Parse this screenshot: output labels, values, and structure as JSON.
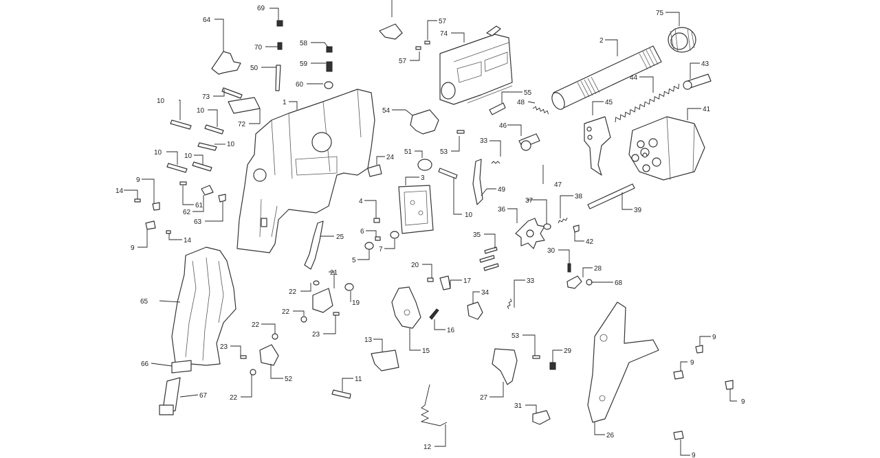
{
  "diagram": {
    "labels": [
      {
        "id": "l69",
        "text": "69"
      },
      {
        "id": "l64",
        "text": "64"
      },
      {
        "id": "l70",
        "text": "70"
      },
      {
        "id": "l50",
        "text": "50"
      },
      {
        "id": "l73",
        "text": "73"
      },
      {
        "id": "l72",
        "text": "72"
      },
      {
        "id": "l1",
        "text": "1"
      },
      {
        "id": "l58",
        "text": "58"
      },
      {
        "id": "l59",
        "text": "59"
      },
      {
        "id": "l60",
        "text": "60"
      },
      {
        "id": "l57a",
        "text": "57"
      },
      {
        "id": "l57b",
        "text": "57"
      },
      {
        "id": "l74",
        "text": "74"
      },
      {
        "id": "l75",
        "text": "75"
      },
      {
        "id": "l2",
        "text": "2"
      },
      {
        "id": "l43",
        "text": "43"
      },
      {
        "id": "l44",
        "text": "44"
      },
      {
        "id": "l55",
        "text": "55"
      },
      {
        "id": "l48",
        "text": "48"
      },
      {
        "id": "l45",
        "text": "45"
      },
      {
        "id": "l41",
        "text": "41"
      },
      {
        "id": "l54",
        "text": "54"
      },
      {
        "id": "l46",
        "text": "46"
      },
      {
        "id": "l53a",
        "text": "53"
      },
      {
        "id": "l33a",
        "text": "33"
      },
      {
        "id": "l51",
        "text": "51"
      },
      {
        "id": "l24",
        "text": "24"
      },
      {
        "id": "l3",
        "text": "3"
      },
      {
        "id": "l47",
        "text": "47"
      },
      {
        "id": "l49",
        "text": "49"
      },
      {
        "id": "l10a",
        "text": "10"
      },
      {
        "id": "l10b",
        "text": "10"
      },
      {
        "id": "l10c",
        "text": "10"
      },
      {
        "id": "l10d",
        "text": "10"
      },
      {
        "id": "l10e",
        "text": "10"
      },
      {
        "id": "l10f",
        "text": "10"
      },
      {
        "id": "l14a",
        "text": "14"
      },
      {
        "id": "l9a",
        "text": "9"
      },
      {
        "id": "l61",
        "text": "61"
      },
      {
        "id": "l62",
        "text": "62"
      },
      {
        "id": "l63",
        "text": "63"
      },
      {
        "id": "l9b",
        "text": "9"
      },
      {
        "id": "l14b",
        "text": "14"
      },
      {
        "id": "l4",
        "text": "4"
      },
      {
        "id": "l6",
        "text": "6"
      },
      {
        "id": "l7",
        "text": "7"
      },
      {
        "id": "l5",
        "text": "5"
      },
      {
        "id": "l25",
        "text": "25"
      },
      {
        "id": "l37",
        "text": "37"
      },
      {
        "id": "l38",
        "text": "38"
      },
      {
        "id": "l39",
        "text": "39"
      },
      {
        "id": "l36",
        "text": "36"
      },
      {
        "id": "l42",
        "text": "42"
      },
      {
        "id": "l35",
        "text": "35"
      },
      {
        "id": "l30",
        "text": "30"
      },
      {
        "id": "l28",
        "text": "28"
      },
      {
        "id": "l68",
        "text": "68"
      },
      {
        "id": "l20",
        "text": "20"
      },
      {
        "id": "l17",
        "text": "17"
      },
      {
        "id": "l21",
        "text": "21"
      },
      {
        "id": "l22a",
        "text": "22"
      },
      {
        "id": "l19",
        "text": "19"
      },
      {
        "id": "l33b",
        "text": "33"
      },
      {
        "id": "l34",
        "text": "34"
      },
      {
        "id": "l65",
        "text": "65"
      },
      {
        "id": "l22b",
        "text": "22"
      },
      {
        "id": "l23a",
        "text": "23"
      },
      {
        "id": "l16",
        "text": "16"
      },
      {
        "id": "l15",
        "text": "15"
      },
      {
        "id": "l22c",
        "text": "22"
      },
      {
        "id": "l23b",
        "text": "23"
      },
      {
        "id": "l13",
        "text": "13"
      },
      {
        "id": "l53b",
        "text": "53"
      },
      {
        "id": "l29",
        "text": "29"
      },
      {
        "id": "l52",
        "text": "52"
      },
      {
        "id": "l66",
        "text": "66"
      },
      {
        "id": "l11",
        "text": "11"
      },
      {
        "id": "l27",
        "text": "27"
      },
      {
        "id": "l22d",
        "text": "22"
      },
      {
        "id": "l67",
        "text": "67"
      },
      {
        "id": "l31",
        "text": "31"
      },
      {
        "id": "l26",
        "text": "26"
      },
      {
        "id": "l12",
        "text": "12"
      },
      {
        "id": "l9c",
        "text": "9"
      },
      {
        "id": "l9d",
        "text": "9"
      },
      {
        "id": "l9e",
        "text": "9"
      },
      {
        "id": "l9f",
        "text": "9"
      }
    ]
  }
}
